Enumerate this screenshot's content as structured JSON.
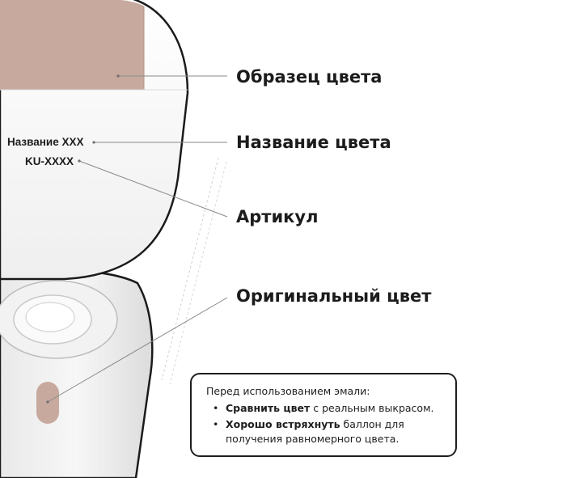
{
  "callouts": {
    "swatch": "Образец цвета",
    "color_name": "Название цвета",
    "article": "Артикул",
    "original_color": "Оригинальный цвет"
  },
  "cap_labels": {
    "name": "Название XXX",
    "code": "KU-XXXX"
  },
  "note": {
    "heading": "Перед использованием эмали:",
    "items": [
      {
        "bold": "Сравнить цвет",
        "rest": " с реальным выкрасом."
      },
      {
        "bold": "Хорошо встряхнуть",
        "rest": " баллон для",
        "line2": "получения равномерного цвета."
      }
    ]
  },
  "colors": {
    "swatch": "#c8a99e",
    "outline": "#1a1a1a",
    "leader_line": "#8a8a8a"
  }
}
